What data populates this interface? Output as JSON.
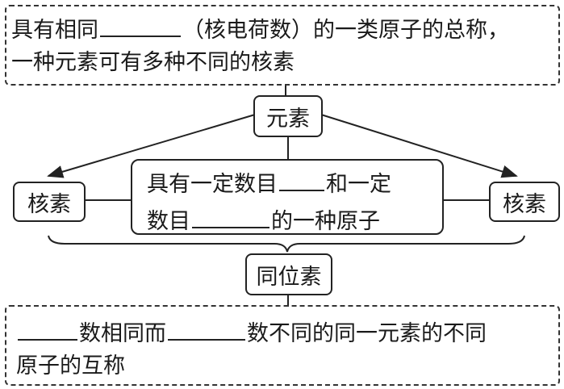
{
  "top_box": {
    "line1_a": "具有相同",
    "line1_b": "（核电荷数）的一类原子的总称，",
    "line2": "一种元素可有多种不同的核素"
  },
  "element_node": {
    "label": "元素"
  },
  "left_node": {
    "label": "核素"
  },
  "right_node": {
    "label": "核素"
  },
  "center_box": {
    "line1_a": "具有一定数目",
    "line1_b": "和一定",
    "line2_a": "数目",
    "line2_b": "的一种原子"
  },
  "isotope_node": {
    "label": "同位素"
  },
  "bottom_box": {
    "line1_a": "数相同而",
    "line1_b": "数不同的同一元素的不同",
    "line2": "原子的互称"
  }
}
